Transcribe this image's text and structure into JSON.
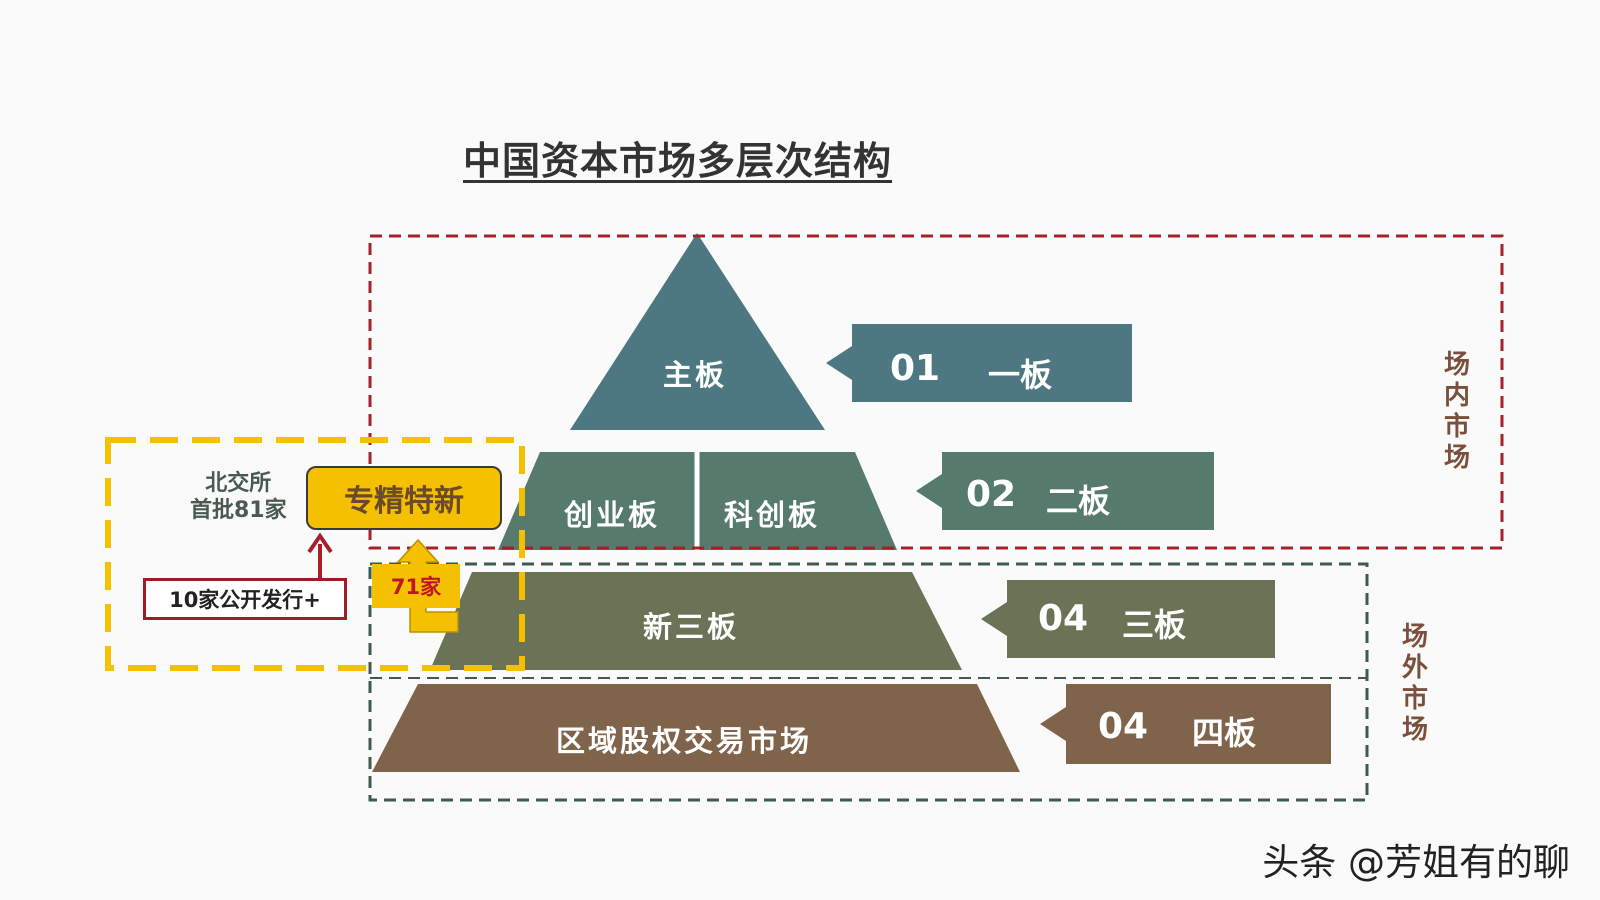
{
  "title": "中国资本市场多层次结构",
  "pyramid": {
    "top": "主板",
    "second_left": "创业板",
    "second_right": "科创板",
    "third": "新三板",
    "base": "区域股权交易市场"
  },
  "tags": [
    {
      "num": "01",
      "name": "一板"
    },
    {
      "num": "02",
      "name": "二板"
    },
    {
      "num": "04",
      "name": "三板"
    },
    {
      "num": "04",
      "name": "四板"
    }
  ],
  "side_labels": {
    "on_exchange": "场内市场",
    "off_exchange": "场外市场"
  },
  "bse": {
    "label_line1": "北交所",
    "label_line2": "首批81家",
    "specialized_button": "专精特新",
    "public_offering": "10家公开发行+",
    "count_badge": "71家"
  },
  "watermark": "头条 @芳姐有的聊",
  "colors": {
    "tier1": "#4e7881",
    "tier2": "#567a6c",
    "tier3": "#6a7355",
    "tier4": "#80634b",
    "red_dash": "#a6202a",
    "green_dash": "#3f5a4f",
    "yellow": "#f5c000"
  }
}
